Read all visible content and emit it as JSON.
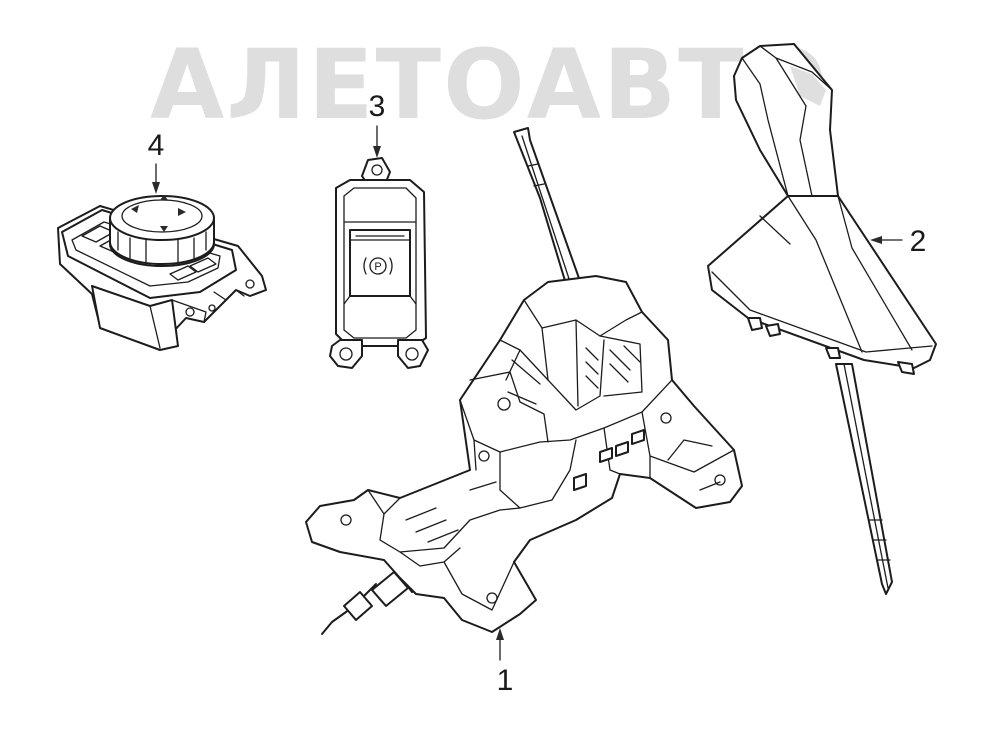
{
  "watermark": {
    "text": "АЛЕТОАВТО"
  },
  "callouts": [
    {
      "id": "1",
      "label": "1"
    },
    {
      "id": "2",
      "label": "2"
    },
    {
      "id": "3",
      "label": "3"
    },
    {
      "id": "4",
      "label": "4"
    }
  ],
  "parking_button": {
    "symbol": "P"
  },
  "colors": {
    "line": "#1c1c1c",
    "watermark": "#d9d9d9",
    "background": "#ffffff"
  }
}
